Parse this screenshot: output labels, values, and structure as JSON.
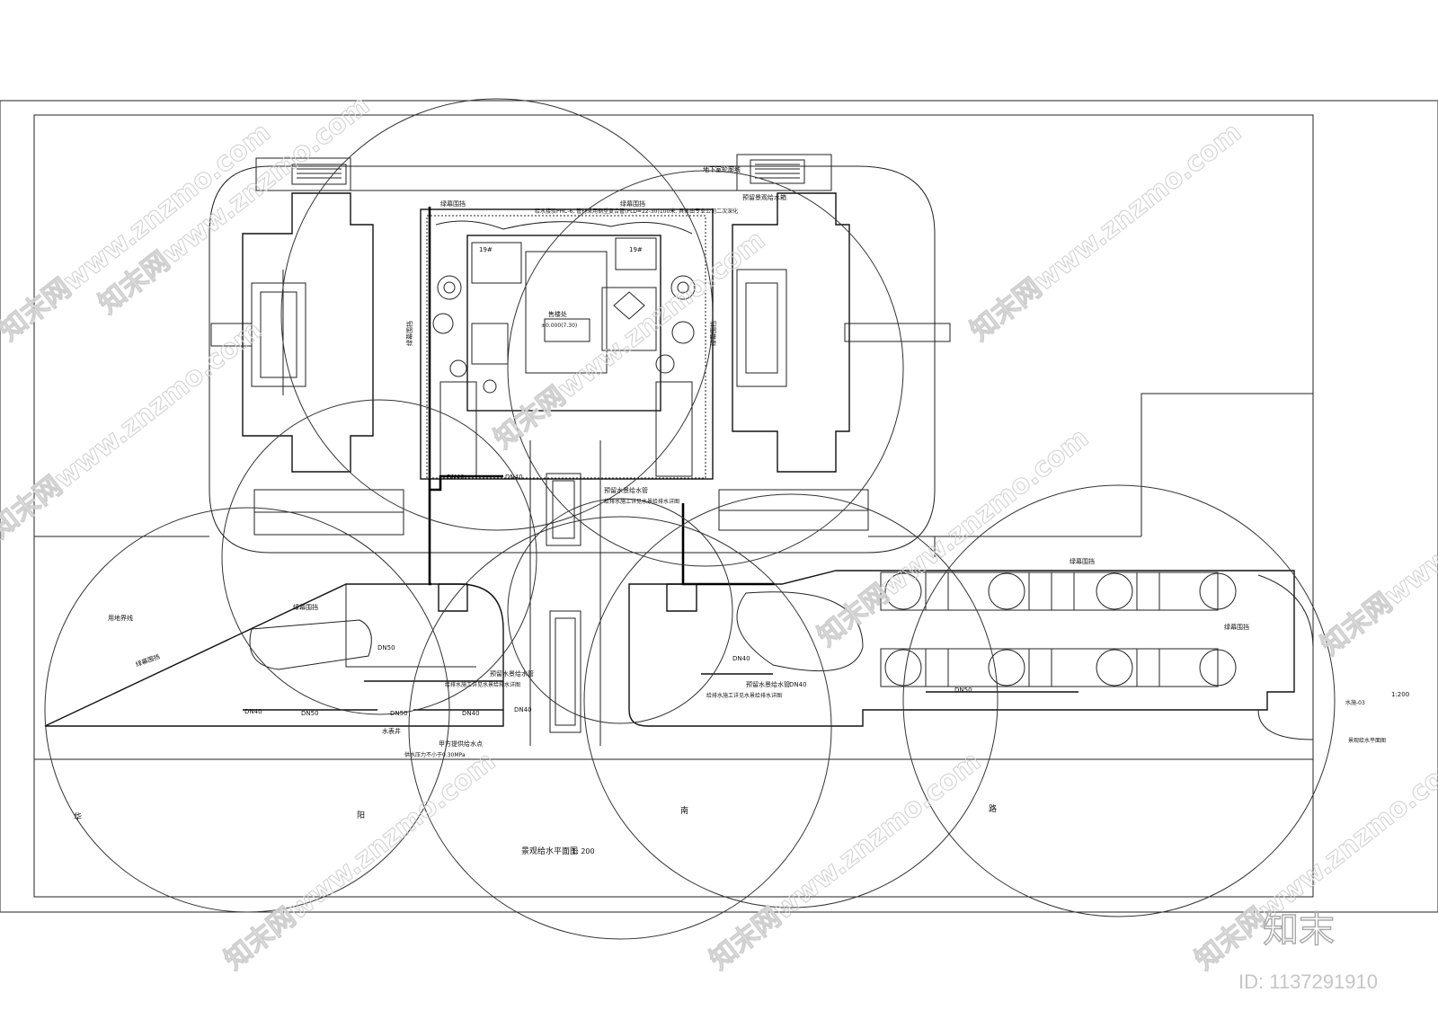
{
  "drawing": {
    "title": "景观给水平面图",
    "scale_label": "1: 200",
    "title_block": {
      "drawing_no": "水施-03",
      "scale": "1:200",
      "name": "景观给水平面图"
    }
  },
  "road": {
    "chars": [
      "华",
      "阳",
      "南",
      "路"
    ]
  },
  "labels": {
    "underground_garage": "地下室轮廓线",
    "green_wall_1": "绿幕围挡",
    "green_wall_2": "绿幕围挡",
    "green_wall_3": "绿幕围挡",
    "green_wall_4": "绿幕围挡",
    "green_wall_left": "绿幕围挡",
    "green_wall_right": "绿幕围挡",
    "green_wall_diag": "绿幕围挡",
    "property_line": "用地界线",
    "sales_office": "售楼处",
    "elevation": "±0.000(7.30)",
    "unit_19": "19#",
    "unit_19b": "19#",
    "preset_valve": "预留景观给水箱",
    "supply_note": "给水接驳PHC-6, 管材采用钢塑复合管(PLD=22-30)100米, 具体由专业公司二次深化",
    "preset_pipe_1": "预留水景给水管",
    "construction_1": "给排水施工详见水景给排水详图",
    "preset_pipe_2": "预留水景给水管",
    "construction_2": "给排水施工详见水景给排水详图",
    "preset_pipe_3": "预留水景给水管",
    "construction_3": "给排水施工详见水景给排水详图",
    "meter_well": "水表井",
    "supply_point": "甲方提供给水点",
    "pressure": "供水压力不小于0.30MPa",
    "green_wall_far": "绿幕围挡",
    "dn40_a": "DN40",
    "dn40_b": "DN40",
    "dn40_c": "DN40",
    "dn40_d": "DN40",
    "dn40_e": "DN40",
    "dn40_f": "DN40",
    "dn50_a": "DN50",
    "dn50_b": "DN50",
    "dn50_c": "DN50",
    "dn50_d": "DN50",
    "dn40_g": "DN40"
  },
  "watermark": {
    "site": "知末网www.znzmo.com",
    "logo": "知末",
    "id": "ID: 1137291910"
  }
}
